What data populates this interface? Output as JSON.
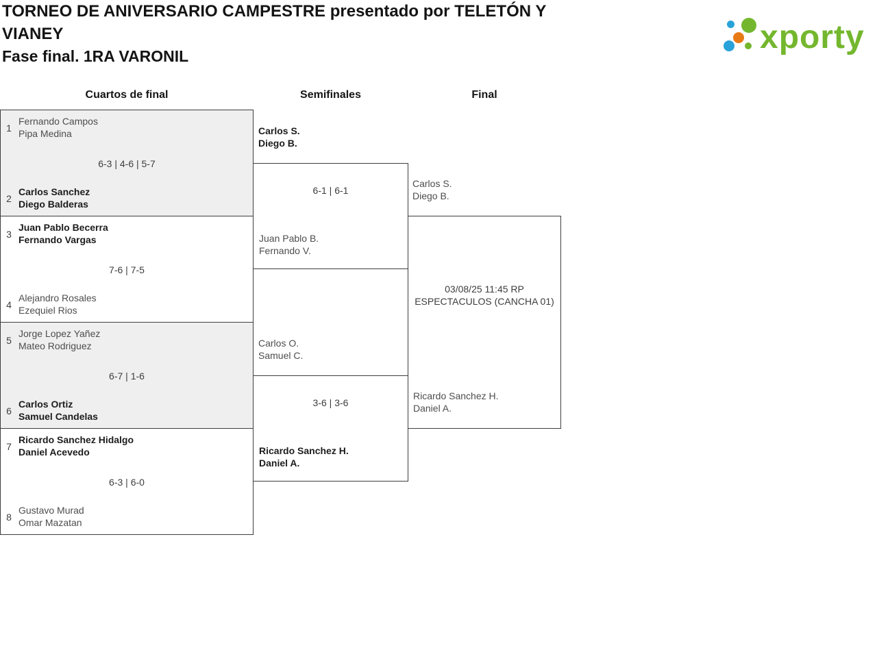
{
  "header": {
    "title": "TORNEO DE ANIVERSARIO CAMPESTRE presentado por TELETÓN Y\nVIANEY",
    "subtitle": "Fase final. 1RA VARONIL"
  },
  "logo": {
    "brand": "xporty"
  },
  "round_headers": {
    "quarterfinals": "Cuartos de final",
    "semifinals": "Semifinales",
    "final": "Final"
  },
  "colors": {
    "brand_green": "#74b72e",
    "brand_blue": "#29a2da",
    "brand_orange": "#e87a14",
    "box_shade": "#efefef",
    "box_border": "#3d3d3d",
    "winner_text": "#1c1c1c",
    "team_text": "#4d4d4d"
  },
  "quarterfinals": [
    {
      "seed_top": "1",
      "team_top": "Fernando Campos\nPipa Medina",
      "top_winner": false,
      "score": "6-3 | 4-6 | 5-7",
      "seed_bottom": "2",
      "team_bottom": "Carlos Sanchez\nDiego Balderas",
      "bottom_winner": true
    },
    {
      "seed_top": "3",
      "team_top": "Juan Pablo Becerra\nFernando Vargas",
      "top_winner": true,
      "score": "7-6 | 7-5",
      "seed_bottom": "4",
      "team_bottom": "Alejandro Rosales\nEzequiel Rios",
      "bottom_winner": false
    },
    {
      "seed_top": "5",
      "team_top": "Jorge Lopez Yañez\nMateo Rodriguez",
      "top_winner": false,
      "score": "6-7 | 1-6",
      "seed_bottom": "6",
      "team_bottom": "Carlos Ortiz\nSamuel Candelas",
      "bottom_winner": true
    },
    {
      "seed_top": "7",
      "team_top": "Ricardo Sanchez Hidalgo\nDaniel Acevedo",
      "top_winner": true,
      "score": "6-3 | 6-0",
      "seed_bottom": "8",
      "team_bottom": "Gustavo Murad\nOmar Mazatan",
      "bottom_winner": false
    }
  ],
  "semifinals": [
    {
      "team_top": "Carlos S.\nDiego B.",
      "top_winner": true,
      "score": "6-1 | 6-1",
      "team_bottom": "Juan Pablo B.\nFernando V.",
      "bottom_winner": false
    },
    {
      "team_top": "Carlos O.\nSamuel C.",
      "top_winner": false,
      "score": "3-6 | 3-6",
      "team_bottom": "Ricardo Sanchez H.\nDaniel A.",
      "bottom_winner": true
    }
  ],
  "final": {
    "team_top": "Carlos S.\nDiego B.",
    "schedule": "03/08/25 11:45 RP\nESPECTACULOS (CANCHA 01)",
    "team_bottom": "Ricardo Sanchez H.\nDaniel A."
  }
}
